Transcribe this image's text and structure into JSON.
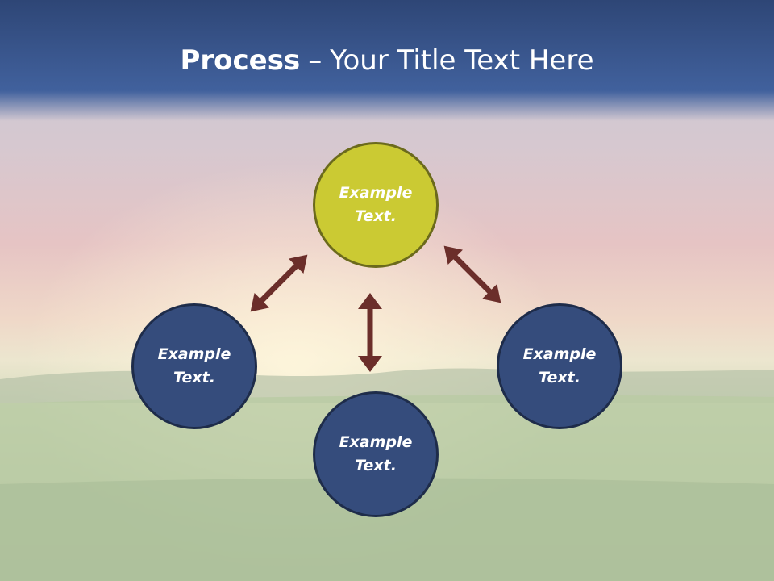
{
  "title": {
    "bold": "Process",
    "separator": "–",
    "rest": "Your Title Text Here"
  },
  "nodes": {
    "top": "Example Text.",
    "left": "Example Text.",
    "right": "Example Text.",
    "bottom": "Example Text."
  },
  "colors": {
    "top_node": "#cbca33",
    "other_nodes": "#354c7c",
    "arrows": "#6b2e2a",
    "title_bar": "#3a5a94"
  }
}
